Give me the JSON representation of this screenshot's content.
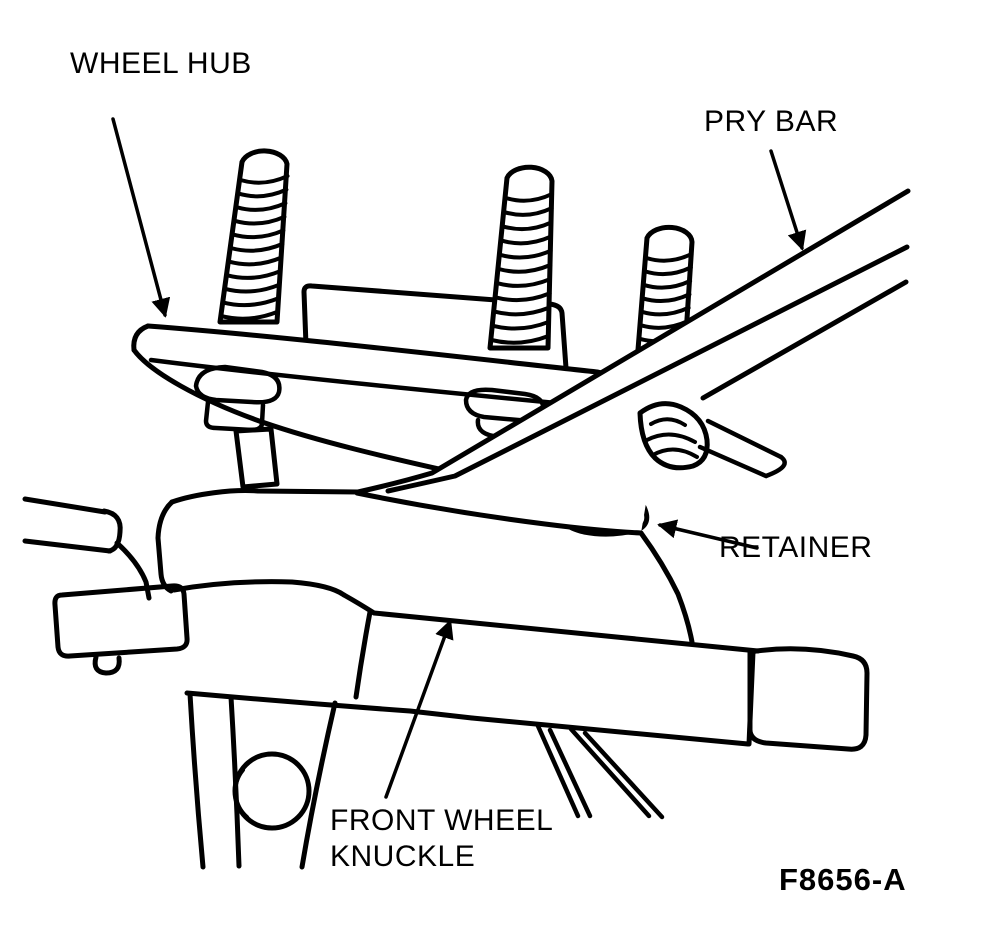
{
  "figure": {
    "background": "#ffffff",
    "ink_color": "#000000",
    "labels": {
      "wheel_hub": "WHEEL HUB",
      "pry_bar": "PRY BAR",
      "retainer": "RETAINER",
      "front_wheel_knuckle_line1": "FRONT WHEEL",
      "front_wheel_knuckle_line2": "KNUCKLE",
      "figure_ref": "F8656-A"
    },
    "callouts": [
      {
        "id": "wheel-hub",
        "label": "WHEEL HUB",
        "points_to": "hub flange"
      },
      {
        "id": "pry-bar",
        "label": "PRY BAR",
        "points_to": "pry bar shaft"
      },
      {
        "id": "retainer",
        "label": "RETAINER",
        "points_to": "hub retainer washer"
      },
      {
        "id": "front-wheel-knuckle",
        "label": "FRONT WHEEL KNUCKLE",
        "points_to": "knuckle body"
      }
    ]
  }
}
